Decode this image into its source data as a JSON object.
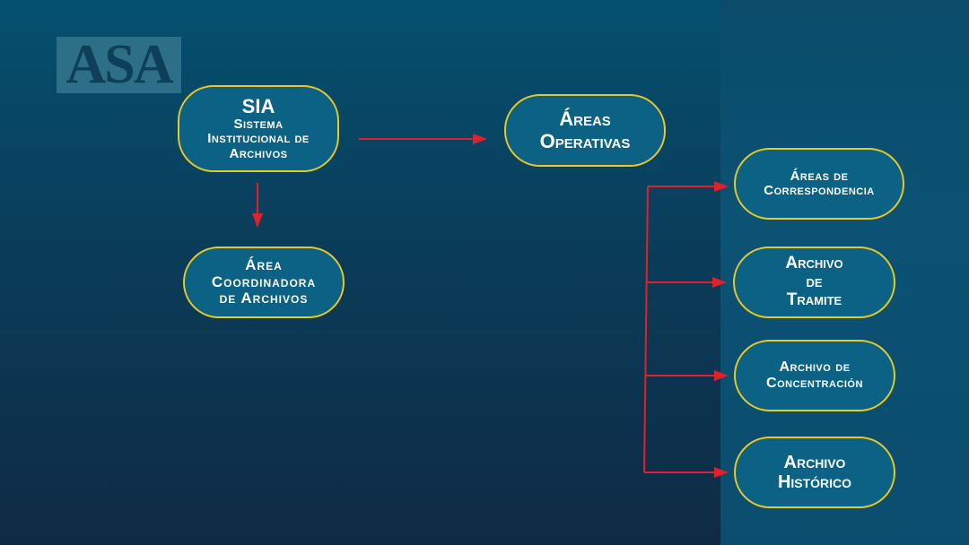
{
  "logo": {
    "text": "ASA"
  },
  "nodes": {
    "sia": {
      "title": "SIA",
      "line1": "Sistema",
      "line2": "Institucional de",
      "line3": "Archivos"
    },
    "operativas": {
      "line1": "Áreas",
      "line2": "Operativas"
    },
    "coordinadora": {
      "line1": "Área",
      "line2": "Coordinadora",
      "line3": "de Archivos"
    },
    "correspondencia": {
      "line1": "Áreas de",
      "line2": "Correspondencia"
    },
    "tramite": {
      "line1": "Archivo",
      "line2": "de",
      "line3": "Tramite"
    },
    "concentracion": {
      "line1": "Archivo de",
      "line2": "Concentración"
    },
    "historico": {
      "line1": "Archivo",
      "line2": "Histórico"
    }
  },
  "colors": {
    "arrow": "#e0202a",
    "border": "#e8c926",
    "node": "#0b6285"
  }
}
